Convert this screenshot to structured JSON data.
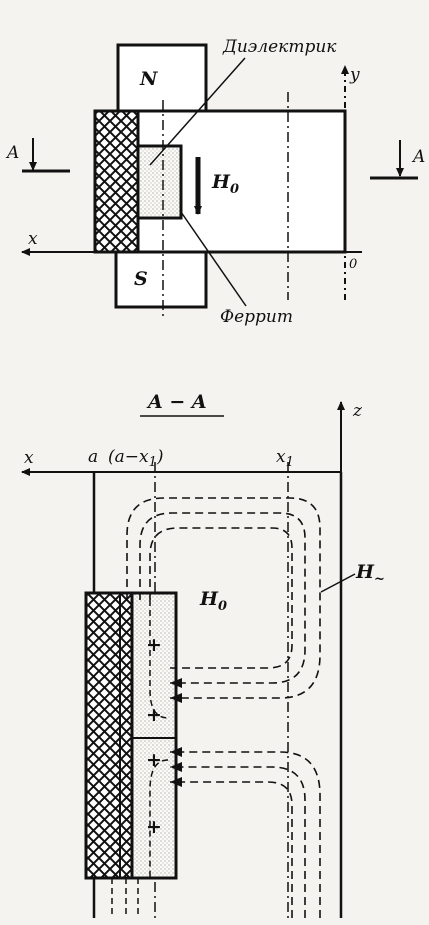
{
  "top": {
    "pole_n": "N",
    "pole_s": "S",
    "dielectric_label": "Диэлектрик",
    "ferrite_label": "Феррит",
    "field_label": "H",
    "field_sub": "0",
    "section_left": "A",
    "section_right": "A",
    "axis_x": "x",
    "axis_y": "y",
    "origin": "0"
  },
  "bottom": {
    "section_title": "A − A",
    "axis_x": "x",
    "axis_z": "z",
    "tick_a": "a",
    "tick_a_x1_open": "(a−x",
    "tick_a_x1_sub": "1",
    "tick_a_x1_close": ")",
    "tick_x1": "x",
    "tick_x1_sub": "1",
    "field_static": "H",
    "field_static_sub": "0",
    "field_alt": "H",
    "field_alt_sub": "~",
    "plus_sign": "+"
  }
}
